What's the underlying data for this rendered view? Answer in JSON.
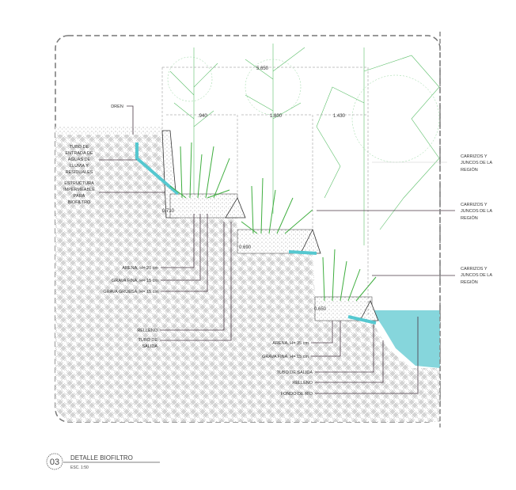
{
  "title": {
    "number": "03",
    "name": "DETALLE BIOFILTRO",
    "scale": "ESC. 1:50"
  },
  "dimensions": {
    "total": "5.650",
    "d1": ".940",
    "d2": "1.800",
    "d3": "1.430",
    "h1": "0.710",
    "h2": "0.690",
    "h3": "0.650"
  },
  "labels": {
    "dren": "DREN",
    "tubo_entrada": [
      "TUBO DE",
      "ENTRADA DE",
      "AGUAS DE",
      "LLUVIA Y",
      "RESIDUALES"
    ],
    "estructura": [
      "ESTRUCTURA",
      "IMPERMEABLE",
      "PARA",
      "BIOFILTRO"
    ],
    "arena1": "ARENA, H= 20 cm",
    "grava_fina1": "GRAVA FINA, H= 15 cm",
    "grava_gruesa1": "GRAVA GRUESA, H= 15 cm",
    "relleno1": "RELLENO",
    "tubo_salida1": [
      "TUBO DE",
      "SALIDA"
    ],
    "arena2": "ARENA, H= 35 cm",
    "grava_fina2": "GRAVA FINA, H= 15 cm",
    "tubo_salida2": "TUBO DE SALIDA",
    "relleno2": "RELLENO",
    "fondo": "FONDO DE RÍO",
    "carrizos1": [
      "CARRIZOS Y",
      "JUNCOS DE LA",
      "REGIÓN"
    ],
    "carrizos2": [
      "CARRIZOS Y",
      "JUNCOS DE LA",
      "REGIÓN"
    ],
    "carrizos3": [
      "CARRIZOS Y",
      "JUNCOS DE LA",
      "REGIÓN"
    ]
  },
  "colors": {
    "water": "#86d6dc",
    "plant": "#3fae3f",
    "tree": "#5cbf6a",
    "leader": "#4a3845"
  }
}
